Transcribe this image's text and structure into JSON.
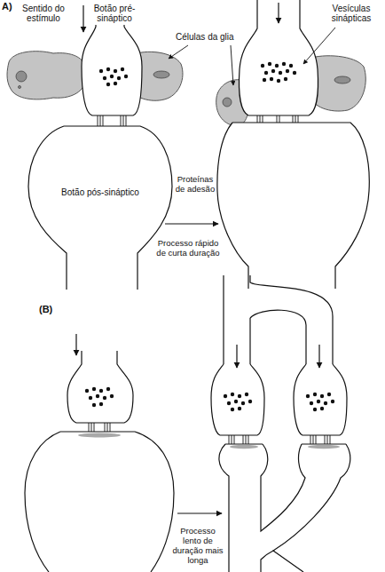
{
  "diagram": {
    "nodes": [
      {
        "text": [
          "Botão pós-sináptico"
        ]
      }
    ],
    "labels": [
      "A)",
      "Sentido do estímulo",
      "Botão pré-sináptico",
      "Células da glia",
      "Vesículas sinápticas",
      "Proteínas de adesão",
      "Processo rápido de curta duração",
      "(B)",
      "Processo lento de duração mais longa"
    ]
  }
}
